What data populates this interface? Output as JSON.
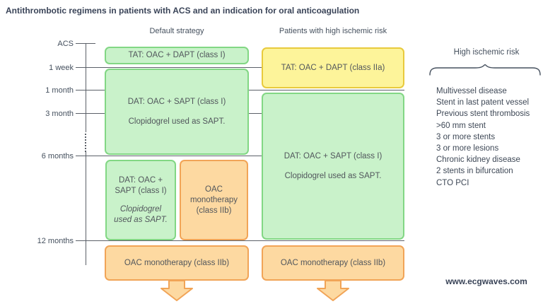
{
  "title": "Antithrombotic regimens in patients with ACS and an indication for oral anticoagulation",
  "headers": {
    "default": "Default strategy",
    "high_risk": "Patients with high ischemic risk"
  },
  "timeline": {
    "labels": [
      "ACS",
      "1 week",
      "1 month",
      "3 month",
      "6 months",
      "12 months"
    ]
  },
  "default_strategy": {
    "tat": "TAT: OAC + DAPT (class I)",
    "dat": {
      "line1": "DAT: OAC + SAPT (class I)",
      "line2": "Clopidogrel used as SAPT."
    },
    "dat_6_12": {
      "line1": "DAT: OAC +",
      "line2": "SAPT (class I)",
      "note1": "Clopidogrel",
      "note2": "used as SAPT."
    },
    "oac_6_12": "OAC monotherapy (class IIb)",
    "oac_after_12": "OAC monotherapy (class IIb)"
  },
  "high_risk": {
    "tat": "TAT: OAC + DAPT (class IIa)",
    "dat": {
      "line1": "DAT: OAC + SAPT (class I)",
      "line2": "Clopidogrel used as SAPT."
    },
    "oac_after_12": "OAC monotherapy (class IIb)"
  },
  "risk_panel": {
    "heading": "High ischemic risk",
    "items": [
      "Multivessel disease",
      "Stent in last patent vessel",
      "Previous stent thrombosis",
      ">60 mm stent",
      "3 or more stents",
      "3 or more lesions",
      "Chronic kidney disease",
      "2 stents in bifurcation",
      "CTO PCI"
    ]
  },
  "footer": {
    "website": "www.ecgwaves.com"
  },
  "colors": {
    "green_fill": "#c9f2ca",
    "green_border": "#82d784",
    "yellow_fill": "#fdf49a",
    "yellow_border": "#e8ca3d",
    "orange_fill": "#fdd9a1",
    "orange_border": "#f1a457",
    "line_color": "#5b6068",
    "title_color": "#3a4458",
    "label_color": "#45505e",
    "box_text": "#51565c",
    "list_color": "#3e4856"
  }
}
